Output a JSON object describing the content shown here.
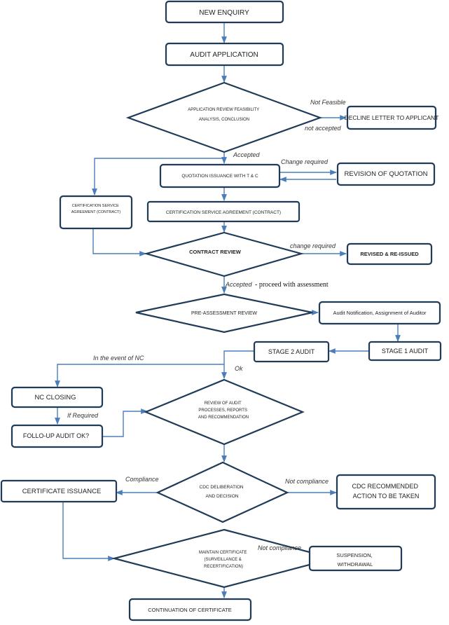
{
  "nodes": {
    "new_enquiry": "NEW ENQUIRY",
    "audit_application": "AUDIT APPLICATION",
    "application_review": [
      "APPLICATION REVIEW FEASIBILITY",
      "ANALYSIS, CONCLUSION"
    ],
    "decline_letter": "DECLINE LETTER TO APPLICANT",
    "quotation_issuance": "QUOTATION ISSUANCE WITH T & C",
    "revision_of_quotation": "REVISION OF QUOTATION",
    "agreement_left": [
      "CERTIFICATION SERVICE",
      "AGREEMENT (CONTRACT)"
    ],
    "agreement_center": "CERTIFICATION SERVICE AGREEMENT  (CONTRACT)",
    "contract_review": "CONTRACT REVIEW",
    "revised_reissued": "REVISED & RE-ISSUED",
    "pre_assessment": "PRE-ASSESSMENT REVIEW",
    "audit_notification": "Audit Notification, Assignment of Auditor",
    "stage1_audit": "STAGE 1 AUDIT",
    "stage2_audit": "STAGE 2 AUDIT",
    "nc_closing": "NC CLOSING",
    "follow_up_audit": "FOLLO-UP AUDIT OK?",
    "review_of_audit": [
      "REVIEW OF AUDIT",
      "PROCESSES, REPORTS",
      "AND RECOMMENDATION"
    ],
    "cdc_deliberation": [
      "CDC DELIBERATION",
      "AND DECISION"
    ],
    "certificate_issuance": "CERTIFICATE ISSUANCE",
    "cdc_recommended": [
      "CDC RECOMMENDED",
      "ACTION TO BE TAKEN"
    ],
    "maintain_certificate": [
      "MAINTAIN CERTIFICATE",
      "(SURVEILLANCE &",
      "RECERTIFICATION)"
    ],
    "suspension": [
      "SUSPENSION,",
      "WITHDRAWAL"
    ],
    "continuation": "CONTINUATION  OF CERTIFICATE"
  },
  "labels": {
    "not_feasible": "Not Feasible",
    "not_accepted": "not accepted",
    "accepted": "Accepted",
    "change_required_quotation": "Change required",
    "change_required_contract": "change required",
    "accepted_proceed_prefix": "Accepted",
    "accepted_proceed_suffix": " - proceed with assessment",
    "in_event_of_nc": "In the event of NC",
    "ok": "Ok",
    "if_required": "If Required",
    "compliance": "Compliance",
    "not_compliance_cdc": "Not compliance",
    "not_compliance_maintain": "Not compliance"
  },
  "colors": {
    "box_border": "#1f3b57",
    "connector": "#4a7ebb",
    "text": "#222222"
  }
}
